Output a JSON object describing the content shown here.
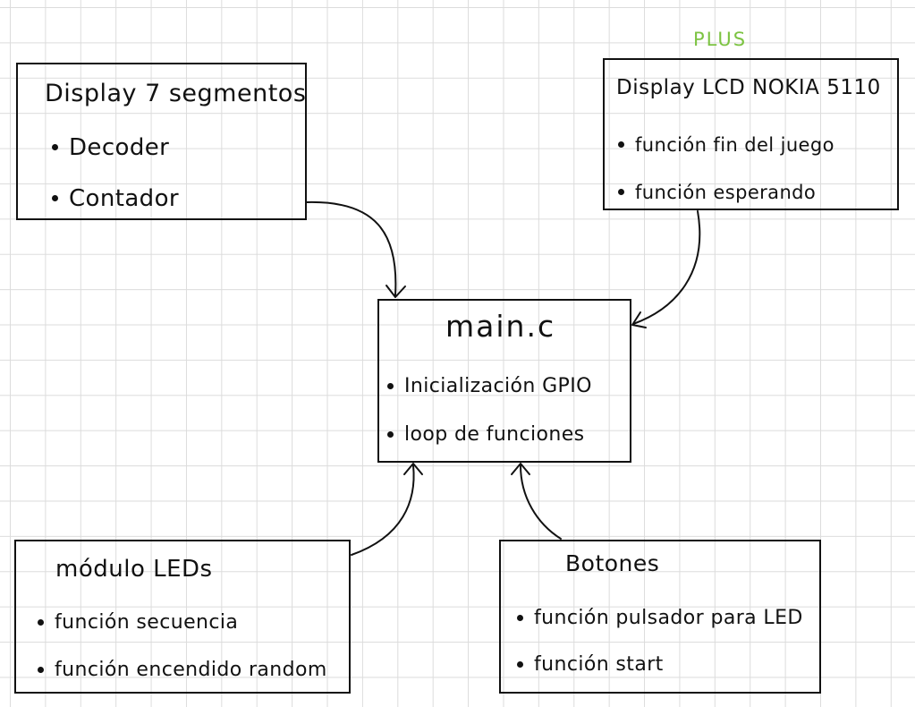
{
  "plus_label": "PLUS",
  "boxes": {
    "display_7seg": {
      "title": "Display 7 segmentos",
      "items": [
        "Decoder",
        "Contador"
      ]
    },
    "display_lcd": {
      "title": "Display LCD NOKIA 5110",
      "items": [
        "función fin del juego",
        "función esperando"
      ]
    },
    "main": {
      "title": "main.c",
      "items": [
        "Inicialización GPIO",
        "loop de funciones"
      ]
    },
    "leds": {
      "title": "módulo LEDs",
      "items": [
        "función secuencia",
        "función encendido random"
      ]
    },
    "botones": {
      "title": "Botones",
      "items": [
        "función pulsador para LED",
        "función start"
      ]
    }
  },
  "colors": {
    "ink": "#111111",
    "plus": "#7cc342",
    "grid": "#dcdcdc",
    "background": "#ffffff"
  }
}
